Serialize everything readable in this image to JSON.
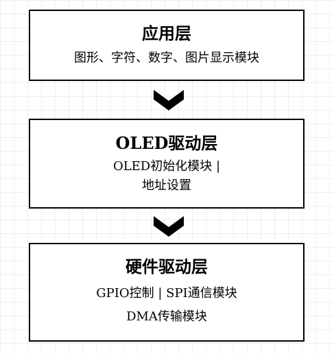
{
  "layers": [
    {
      "title": "应用层",
      "lines": [
        "图形、字符、数字、图片显示模块"
      ]
    },
    {
      "title": "OLED驱动层",
      "lines": [
        "OLED初始化模块 |",
        "地址设置"
      ]
    },
    {
      "title": "硬件驱动层",
      "lines": [
        "GPIO控制 | SPI通信模块",
        "DMA传输模块"
      ]
    }
  ],
  "arrows": [
    {
      "icon": "chevron-down-icon",
      "from": "应用层",
      "to": "OLED驱动层"
    },
    {
      "icon": "chevron-down-icon",
      "from": "OLED驱动层",
      "to": "硬件驱动层"
    }
  ],
  "colors": {
    "border": "#000000",
    "background": "#ffffff",
    "grid": "#d2d2d2"
  }
}
